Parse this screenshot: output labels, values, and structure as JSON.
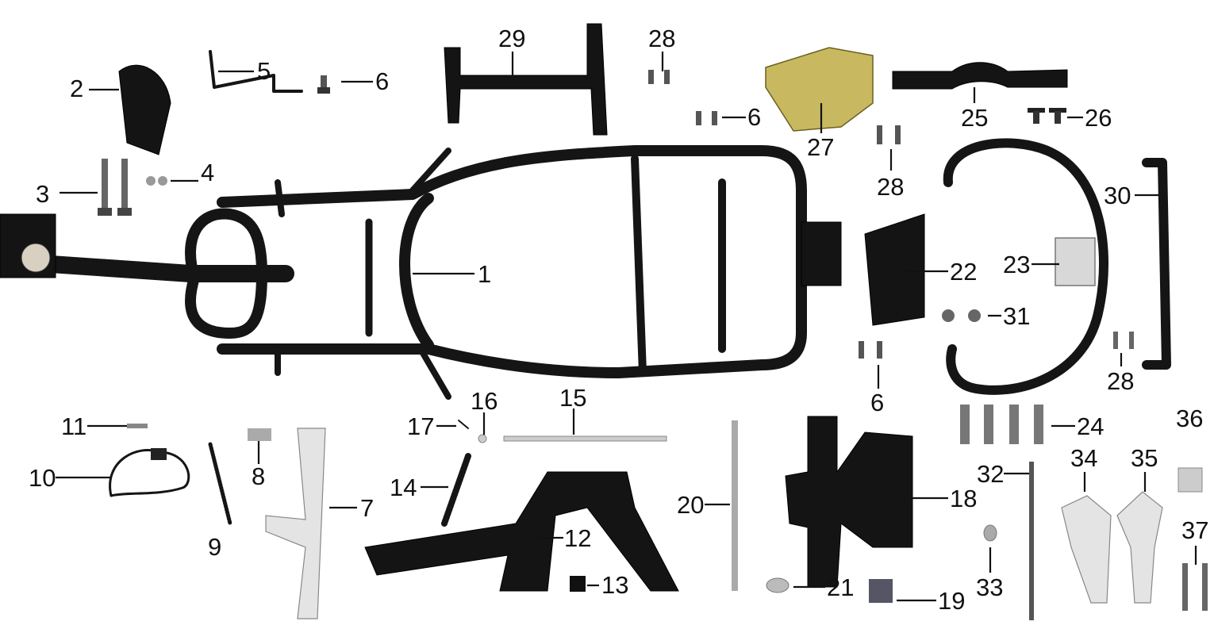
{
  "diagram": {
    "title": "Frame parts exploded view",
    "callouts": [
      "1",
      "2",
      "3",
      "4",
      "5",
      "6",
      "6",
      "6",
      "7",
      "8",
      "9",
      "10",
      "11",
      "12",
      "13",
      "14",
      "15",
      "16",
      "17",
      "18",
      "19",
      "20",
      "21",
      "22",
      "23",
      "24",
      "25",
      "26",
      "27",
      "28",
      "28",
      "28",
      "29",
      "30",
      "31",
      "32",
      "33",
      "34",
      "35",
      "36",
      "37"
    ],
    "colors": {
      "frame": "#141414",
      "chrome": "#d8d8d8",
      "bracket_gold": "#c8b860"
    }
  }
}
